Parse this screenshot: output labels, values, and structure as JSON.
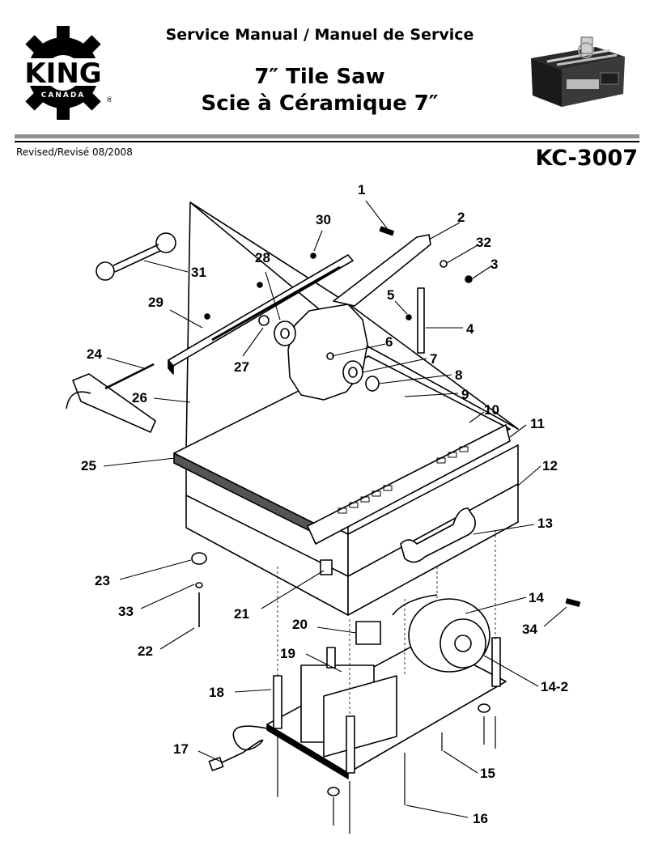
{
  "brand": {
    "name": "KING",
    "sub": "CANADA",
    "mark": "®"
  },
  "header": {
    "title": "Service Manual / Manuel de Service",
    "product_en": "7″ Tile Saw",
    "product_fr": "Scie à Céramique 7″",
    "revised": "Revised/Revisé 08/2008",
    "model": "KC-3007"
  },
  "callouts": [
    "1",
    "2",
    "3",
    "4",
    "5",
    "6",
    "7",
    "8",
    "9",
    "10",
    "11",
    "12",
    "13",
    "14",
    "14-2",
    "15",
    "16",
    "17",
    "18",
    "19",
    "20",
    "21",
    "22",
    "23",
    "24",
    "25",
    "26",
    "27",
    "28",
    "29",
    "30",
    "31",
    "32",
    "33",
    "34"
  ]
}
